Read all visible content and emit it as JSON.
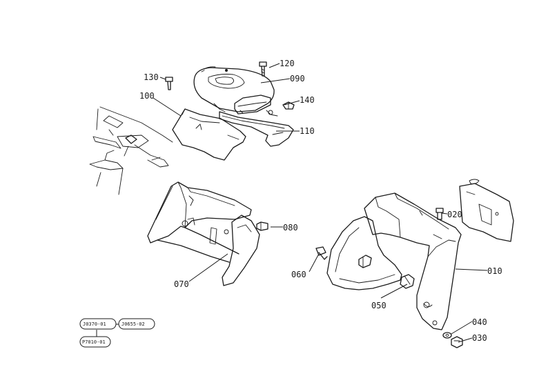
{
  "callouts": {
    "c010": "010",
    "c020": "020",
    "c030": "030",
    "c040": "040",
    "c050": "050",
    "c060": "060",
    "c070": "070",
    "c080": "080",
    "c090": "090",
    "c100": "100",
    "c110": "110",
    "c120": "120",
    "c130": "130",
    "c140": "140"
  },
  "references": {
    "ref1": "J0370-01",
    "ref2": "J0655-02",
    "ref3": "P7010-01"
  }
}
